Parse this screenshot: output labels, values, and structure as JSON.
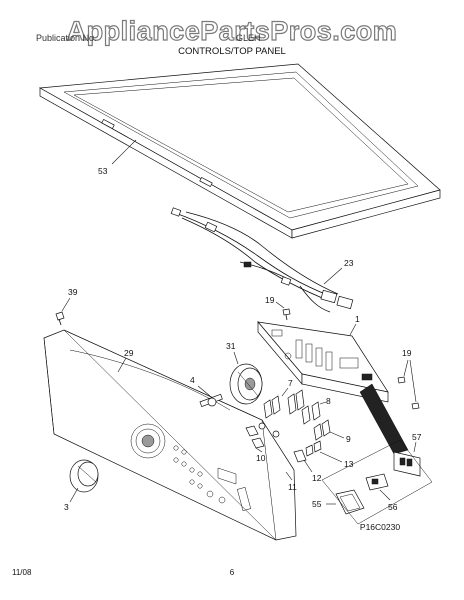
{
  "watermark": "AppliancePartsPros.com",
  "header": {
    "left": "Publication No.",
    "right": "GLEH"
  },
  "title": "CONTROLS/TOP PANEL",
  "callouts": {
    "c53": "53",
    "c23": "23",
    "c39": "39",
    "c19a": "19",
    "c1": "1",
    "c29": "29",
    "c31": "31",
    "c19b": "19",
    "c4": "4",
    "c7": "7",
    "c8": "8",
    "c57": "57",
    "c10": "10",
    "c9": "9",
    "c12": "12",
    "c13": "13",
    "c11": "11",
    "c3": "3",
    "c55": "55",
    "c56": "56"
  },
  "figure_code": "P16C0230",
  "footer": {
    "date": "11/08",
    "page": "6"
  }
}
